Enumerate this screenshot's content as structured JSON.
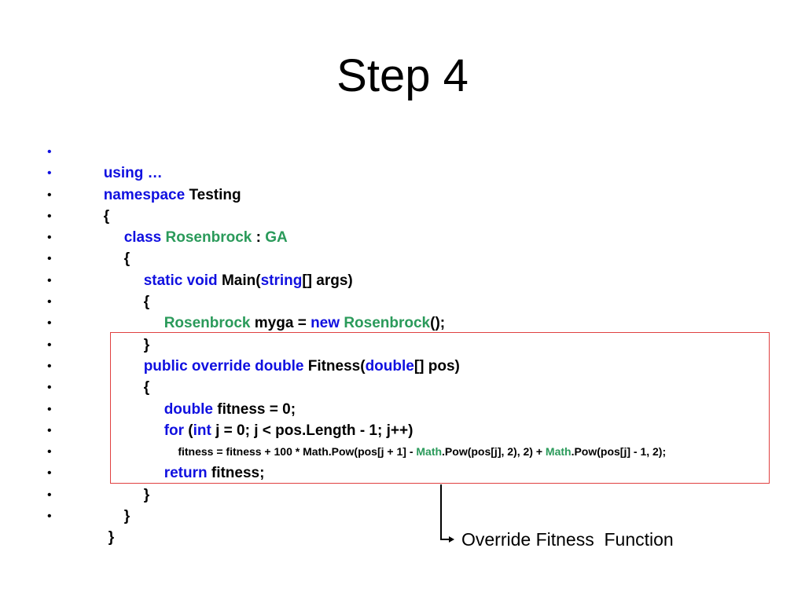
{
  "title": "Step 4",
  "bullet_char": "•",
  "lines": [
    {
      "segments": [
        {
          "t": "using …",
          "c": "kw"
        }
      ]
    },
    {
      "segments": [
        {
          "t": "namespace",
          "c": "kw"
        },
        {
          "t": " Testing",
          "c": "pl"
        }
      ]
    },
    {
      "segments": [
        {
          "t": "{",
          "c": "pl"
        }
      ]
    },
    {
      "segments": [
        {
          "t": "class",
          "c": "kw"
        },
        {
          "t": " ",
          "c": "pl"
        },
        {
          "t": "Rosenbrock",
          "c": "ty"
        },
        {
          "t": " : ",
          "c": "pl"
        },
        {
          "t": "GA",
          "c": "ty"
        }
      ]
    },
    {
      "segments": [
        {
          "t": "{",
          "c": "pl"
        }
      ]
    },
    {
      "segments": [
        {
          "t": "static void",
          "c": "kw"
        },
        {
          "t": " Main(",
          "c": "pl"
        },
        {
          "t": "string",
          "c": "kw"
        },
        {
          "t": "[] args)",
          "c": "pl"
        }
      ]
    },
    {
      "segments": [
        {
          "t": "{",
          "c": "pl"
        }
      ]
    },
    {
      "segments": [
        {
          "t": "Rosenbrock",
          "c": "ty"
        },
        {
          "t": " myga = ",
          "c": "pl"
        },
        {
          "t": "new",
          "c": "kw"
        },
        {
          "t": " ",
          "c": "pl"
        },
        {
          "t": "Rosenbrock",
          "c": "ty"
        },
        {
          "t": "();",
          "c": "pl"
        }
      ]
    },
    {
      "segments": [
        {
          "t": "}",
          "c": "pl"
        }
      ]
    },
    {
      "segments": [
        {
          "t": "public override double",
          "c": "kw"
        },
        {
          "t": " Fitness(",
          "c": "pl"
        },
        {
          "t": "double",
          "c": "kw"
        },
        {
          "t": "[] pos)",
          "c": "pl"
        }
      ]
    },
    {
      "segments": [
        {
          "t": "{",
          "c": "pl"
        }
      ]
    },
    {
      "segments": [
        {
          "t": "double",
          "c": "kw"
        },
        {
          "t": " fitness = 0;",
          "c": "pl"
        }
      ]
    },
    {
      "segments": [
        {
          "t": "for",
          "c": "kw"
        },
        {
          "t": " (",
          "c": "pl"
        },
        {
          "t": "int",
          "c": "kw"
        },
        {
          "t": " j = 0; j < pos.Length - 1; j++)",
          "c": "pl"
        }
      ]
    },
    {
      "segments": [
        {
          "t": "fitness = fitness + 100 * Math.Pow(pos[j + 1] - ",
          "c": "pl"
        },
        {
          "t": "Math",
          "c": "ty"
        },
        {
          "t": ".Pow(pos[j], 2), 2) + ",
          "c": "pl"
        },
        {
          "t": "Math",
          "c": "ty"
        },
        {
          "t": ".Pow(pos[j] - 1, 2);",
          "c": "pl"
        }
      ]
    },
    {
      "segments": [
        {
          "t": "return",
          "c": "kw"
        },
        {
          "t": " fitness;",
          "c": "pl"
        }
      ]
    },
    {
      "segments": [
        {
          "t": "}",
          "c": "pl"
        }
      ]
    },
    {
      "segments": [
        {
          "t": "}",
          "c": "pl"
        }
      ]
    },
    {
      "segments": [
        {
          "t": "}",
          "c": "pl"
        }
      ]
    }
  ],
  "callout": {
    "label": "Override Fitness  Function"
  },
  "colors": {
    "keyword": "#1010e0",
    "type": "#2a9a5a",
    "text": "#000000",
    "highlight_border": "#e04040"
  }
}
